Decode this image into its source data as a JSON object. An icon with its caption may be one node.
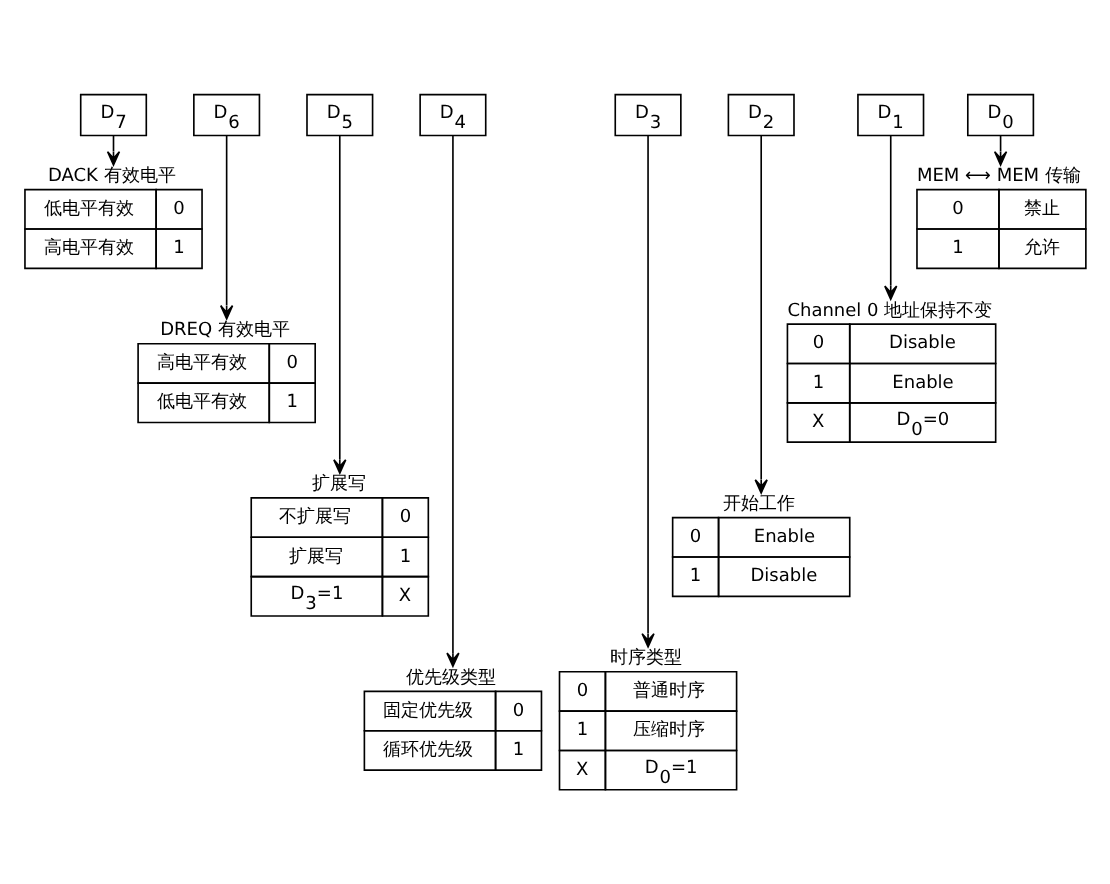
{
  "diagram": {
    "nodes": [
      {
        "text": [
          "D$_{7}$"
        ]
      },
      {
        "text": [
          "D$_{6}$"
        ]
      },
      {
        "text": [
          "D$_{5}$"
        ]
      },
      {
        "text": [
          "D$_{4}$"
        ]
      },
      {
        "text": [
          "D$_{3}$"
        ]
      },
      {
        "text": [
          "D$_{2}$"
        ]
      },
      {
        "text": [
          "D$_{1}$"
        ]
      },
      {
        "text": [
          "D$_{0}$"
        ]
      },
      {
        "text": [
          "DACK 有效电平",
          "低电平有效",
          "0",
          "高电平有效",
          "1"
        ]
      },
      {
        "text": [
          "MEM ⟷ MEM 传输",
          "0",
          "禁止",
          "1",
          "允许"
        ]
      },
      {
        "text": [
          "DREQ 有效电平",
          "高电平有效",
          "0",
          "低电平有效",
          "1"
        ]
      },
      {
        "text": [
          "Channel 0 地址保持不变",
          "0",
          "Disable",
          "1",
          "Enable",
          "X",
          "D$_{0}$=0"
        ]
      },
      {
        "text": [
          "扩展写",
          "不扩展写",
          "0",
          "扩展写",
          "1",
          "D$_{3}$=1",
          "X"
        ]
      },
      {
        "text": [
          "开始工作",
          "0",
          "Enable",
          "1",
          "Disable"
        ]
      },
      {
        "text": [
          "优先级类型",
          "固定优先级",
          "0",
          "循环优先级",
          "1"
        ]
      },
      {
        "text": [
          "时序类型",
          "0",
          "普通时序",
          "1",
          "压缩时序",
          "X",
          "D$_{0}$=1"
        ]
      }
    ],
    "edges": [
      {
        "from": 0,
        "to": 8,
        "arrow": "to"
      },
      {
        "from": 1,
        "to": 10,
        "arrow": "to"
      },
      {
        "from": 2,
        "to": 12,
        "arrow": "to"
      },
      {
        "from": 3,
        "to": 14,
        "arrow": "to"
      },
      {
        "from": 4,
        "to": 15,
        "arrow": "to"
      },
      {
        "from": 5,
        "to": 13,
        "arrow": "to"
      },
      {
        "from": 6,
        "to": 11,
        "arrow": "to"
      },
      {
        "from": 7,
        "to": 9,
        "arrow": "to"
      }
    ]
  }
}
